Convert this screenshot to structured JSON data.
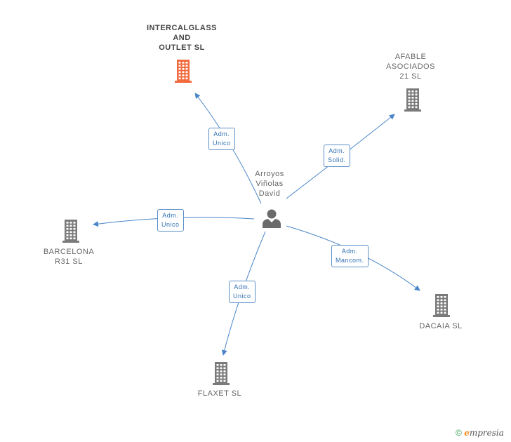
{
  "center": {
    "name_lines": [
      "Arroyos",
      "Viñolas",
      "David"
    ],
    "icon": "person-icon"
  },
  "companies": [
    {
      "id": "intercalglass",
      "name_lines": [
        "INTERCALGLASS",
        "AND",
        "OUTLET  SL"
      ],
      "highlight": true,
      "color": "#f26a3d",
      "icon": "building-icon"
    },
    {
      "id": "afable",
      "name_lines": [
        "AFABLE",
        "ASOCIADOS",
        "21 SL"
      ],
      "highlight": false,
      "color": "#7a7a7a",
      "icon": "building-icon"
    },
    {
      "id": "barcelona",
      "name_lines": [
        "BARCELONA",
        "R31  SL"
      ],
      "highlight": false,
      "color": "#7a7a7a",
      "icon": "building-icon"
    },
    {
      "id": "dacaia",
      "name_lines": [
        "DACAIA SL"
      ],
      "highlight": false,
      "color": "#7a7a7a",
      "icon": "building-icon"
    },
    {
      "id": "flaxet",
      "name_lines": [
        "FLAXET  SL"
      ],
      "highlight": false,
      "color": "#7a7a7a",
      "icon": "building-icon"
    }
  ],
  "relations": [
    {
      "target": "intercalglass",
      "label_lines": [
        "Adm.",
        "Unico"
      ]
    },
    {
      "target": "afable",
      "label_lines": [
        "Adm.",
        "Solid."
      ]
    },
    {
      "target": "barcelona",
      "label_lines": [
        "Adm.",
        "Unico"
      ]
    },
    {
      "target": "dacaia",
      "label_lines": [
        "Adm.",
        "Mancom."
      ]
    },
    {
      "target": "flaxet",
      "label_lines": [
        "Adm.",
        "Unico"
      ]
    }
  ],
  "colors": {
    "edge": "#4a86c8",
    "edge_label_border": "#5b8fc7",
    "edge_label_text": "#2f6fb3"
  },
  "footer": {
    "copyright": "©",
    "brand_e": "e",
    "brand_rest": "mpresia"
  }
}
